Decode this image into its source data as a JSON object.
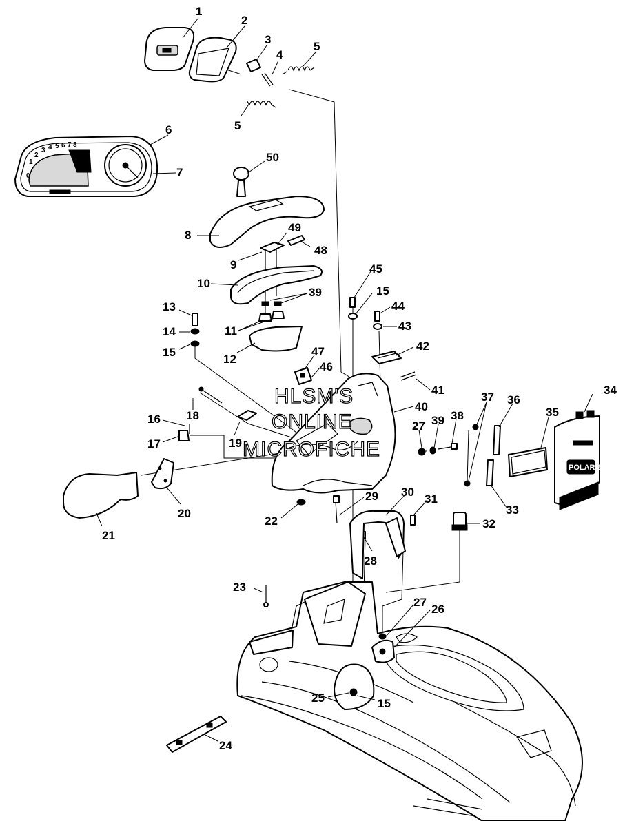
{
  "callouts": [
    {
      "id": "c1",
      "text": "1"
    },
    {
      "id": "c2",
      "text": "2"
    },
    {
      "id": "c3",
      "text": "3"
    },
    {
      "id": "c4",
      "text": "4"
    },
    {
      "id": "c5a",
      "text": "5"
    },
    {
      "id": "c5b",
      "text": "5"
    },
    {
      "id": "c6",
      "text": "6"
    },
    {
      "id": "c7",
      "text": "7"
    },
    {
      "id": "c8",
      "text": "8"
    },
    {
      "id": "c9",
      "text": "9"
    },
    {
      "id": "c10",
      "text": "10"
    },
    {
      "id": "c11",
      "text": "11"
    },
    {
      "id": "c12",
      "text": "12"
    },
    {
      "id": "c13",
      "text": "13"
    },
    {
      "id": "c14",
      "text": "14"
    },
    {
      "id": "c15a",
      "text": "15"
    },
    {
      "id": "c15b",
      "text": "15"
    },
    {
      "id": "c15c",
      "text": "15"
    },
    {
      "id": "c16",
      "text": "16"
    },
    {
      "id": "c17",
      "text": "17"
    },
    {
      "id": "c18",
      "text": "18"
    },
    {
      "id": "c19",
      "text": "19"
    },
    {
      "id": "c20",
      "text": "20"
    },
    {
      "id": "c21",
      "text": "21"
    },
    {
      "id": "c22",
      "text": "22"
    },
    {
      "id": "c23",
      "text": "23"
    },
    {
      "id": "c24",
      "text": "24"
    },
    {
      "id": "c25",
      "text": "25"
    },
    {
      "id": "c26",
      "text": "26"
    },
    {
      "id": "c27a",
      "text": "27"
    },
    {
      "id": "c27b",
      "text": "27"
    },
    {
      "id": "c28",
      "text": "28"
    },
    {
      "id": "c29",
      "text": "29"
    },
    {
      "id": "c30",
      "text": "30"
    },
    {
      "id": "c31",
      "text": "31"
    },
    {
      "id": "c32",
      "text": "32"
    },
    {
      "id": "c33",
      "text": "33"
    },
    {
      "id": "c34",
      "text": "34"
    },
    {
      "id": "c35",
      "text": "35"
    },
    {
      "id": "c36",
      "text": "36"
    },
    {
      "id": "c37",
      "text": "37"
    },
    {
      "id": "c38",
      "text": "38"
    },
    {
      "id": "c39a",
      "text": "39"
    },
    {
      "id": "c39b",
      "text": "39"
    },
    {
      "id": "c40",
      "text": "40"
    },
    {
      "id": "c41",
      "text": "41"
    },
    {
      "id": "c42",
      "text": "42"
    },
    {
      "id": "c43",
      "text": "43"
    },
    {
      "id": "c44",
      "text": "44"
    },
    {
      "id": "c45",
      "text": "45"
    },
    {
      "id": "c46",
      "text": "46"
    },
    {
      "id": "c47",
      "text": "47"
    },
    {
      "id": "c48",
      "text": "48"
    },
    {
      "id": "c49",
      "text": "49"
    },
    {
      "id": "c50",
      "text": "50"
    }
  ],
  "gauge_numbers": [
    "0",
    "1",
    "2",
    "3",
    "4",
    "5",
    "6",
    "7",
    "8"
  ],
  "watermark": {
    "line1": "HLSM'S",
    "line2": "ONLINE",
    "line3": "MICROFICHE"
  },
  "decal": {
    "brand": "POLARIS"
  },
  "colors": {
    "ink": "#000000",
    "paper": "#ffffff",
    "shade": "#d9d9d9"
  }
}
